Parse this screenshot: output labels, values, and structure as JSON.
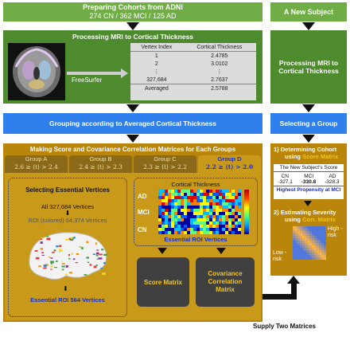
{
  "left": {
    "adni_title": "Preparing Cohorts from ADNI",
    "adni_counts": "274 CN / 362 MCI / 125 AD",
    "processing_title": "Processing MRI to Cortical Thickness",
    "freesurfer": "FreeSurfer",
    "vertex_table": {
      "headers": [
        "Vertex Index",
        "Cortical Thickness"
      ],
      "rows": [
        [
          "1",
          "2.4785"
        ],
        [
          "2",
          "3.0102"
        ],
        [
          "⋮",
          "⋮"
        ],
        [
          "327,684",
          "2.7637"
        ],
        [
          "Averaged",
          "2.5788"
        ]
      ]
    },
    "grouping_title": "Grouping according to Averaged Cortical Thickness",
    "matrices_title": "Making Score and Covariance Correlation Matrices for Each Groups",
    "groups": [
      {
        "name": "Group A",
        "range": "2.6 ≥ ⟨t⟩ > 2.4"
      },
      {
        "name": "Group B",
        "range": "2.4 ≥ ⟨t⟩ > 2.3"
      },
      {
        "name": "Group C",
        "range": "2.3 ≥ ⟨t⟩ > 2.2"
      },
      {
        "name": "Group D",
        "range": "2.2 ≥ ⟨t⟩ > 2.0"
      }
    ],
    "selecting_title": "Selecting Essential Vertices",
    "all_vertices": "All 327,684 Vertices",
    "roi_vertices": "ROI (colored) 64,374 Vertices",
    "essential_roi": "Essential ROI 564 Vertices",
    "heatmap_title": "Cortical Thickness",
    "heatmap_rows": [
      "AD",
      "MCI",
      "CN"
    ],
    "heatmap_caption": "Essential ROI Vertices",
    "score_matrix": "Score Matrix",
    "cov_matrix": "Covariance Correlation Matrix",
    "supply": "Supply Two Matrices"
  },
  "right": {
    "new_subject": "A New Subject",
    "processing": "Processing MRI to Cortical Thickness",
    "selecting_group": "Selecting a Group",
    "step1_prefix": "1)  Determining Cohort",
    "step1_using": "using",
    "step1_highlight": "Score Matrix",
    "score_table_title": "The New Subject's Score",
    "score_headers": [
      "CN",
      "MCI",
      "AD"
    ],
    "score_values": [
      "-327.1",
      "-330.8",
      "-328.3"
    ],
    "propensity": "Highest Propensity at MCI",
    "step2_prefix": "2)  Estimating Severity",
    "step2_using": "using",
    "step2_highlight": "Corr. Matrix",
    "high_risk": "High -risk",
    "low_risk": "Low -risk"
  },
  "colors": {
    "green": "#70ad47",
    "dark_green": "#4e8a2e",
    "blue": "#2f80ed",
    "gold": "#b9860b",
    "highlight_yellow": "#f5c518",
    "dark_box": "#404040"
  }
}
